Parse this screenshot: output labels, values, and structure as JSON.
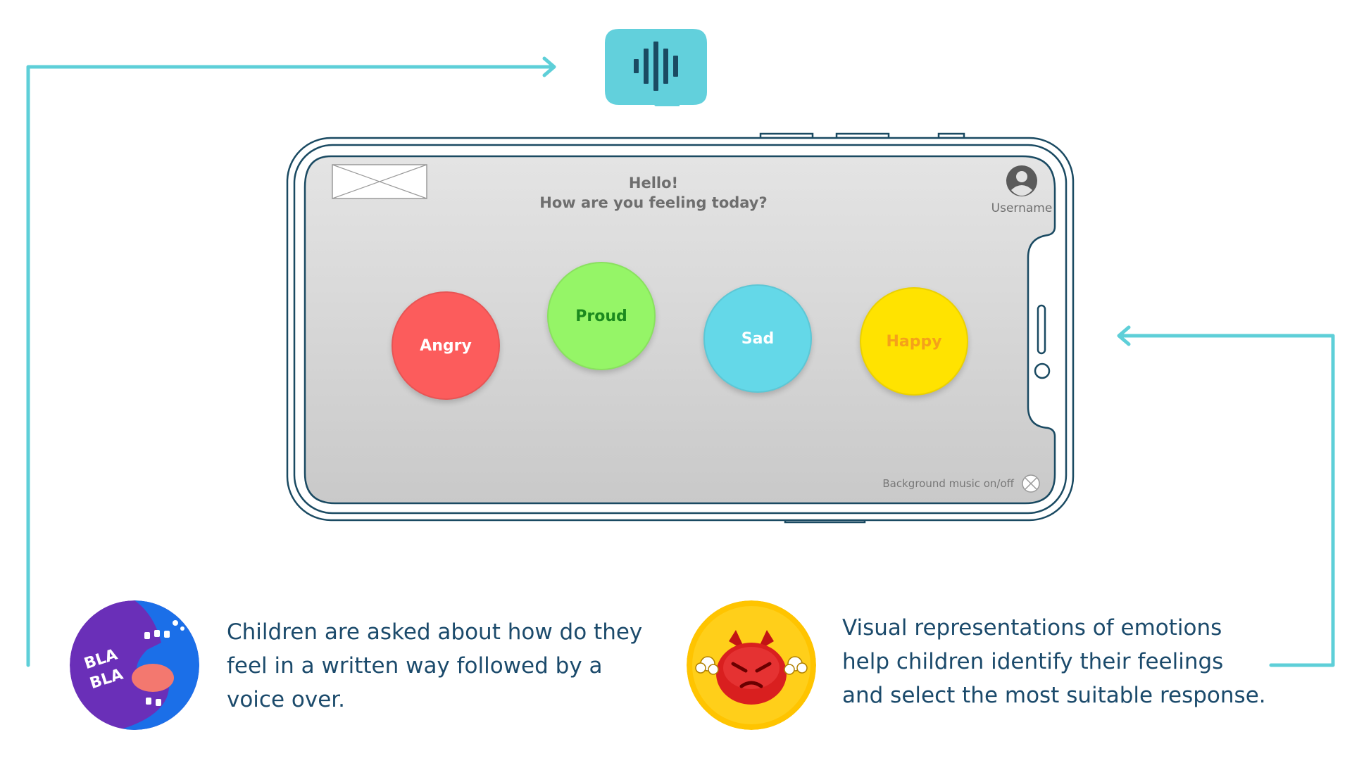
{
  "colors": {
    "connector": "#5ecfd8",
    "phone_outline": "#1a4a62",
    "screen_top": "#e4e4e4",
    "screen_bottom": "#c9c9c9",
    "bubble": "#62d0dc",
    "bubble_bars": "#1a4a62",
    "caption_text": "#1b4a6b"
  },
  "screen": {
    "greeting_line1": "Hello!",
    "greeting_line2": "How are you feeling today?",
    "username": "Username",
    "music_label": "Background music on/off",
    "emotions": [
      {
        "label": "Angry",
        "color": "#fc5c5c"
      },
      {
        "label": "Proud",
        "color": "#95f567"
      },
      {
        "label": "Sad",
        "color": "#64d8e8"
      },
      {
        "label": "Happy",
        "color": "#ffe300"
      }
    ]
  },
  "captions": {
    "left": {
      "avatar_text_1": "BLA",
      "avatar_text_2": "BLA",
      "line1": "Children are asked about how do they",
      "line2": "feel in a written way followed by a",
      "line3": "voice over."
    },
    "right": {
      "line1": "Visual representations of emotions",
      "line2": "help children identify their feelings",
      "line3": "and select the most suitable response."
    }
  },
  "icons": {
    "voice": "voice-waveform-icon",
    "user": "user-avatar-icon",
    "logo": "image-placeholder-icon",
    "music": "toggle-off-icon",
    "left_avatar": "talking-monster-icon",
    "right_avatar": "angry-face-icon"
  }
}
